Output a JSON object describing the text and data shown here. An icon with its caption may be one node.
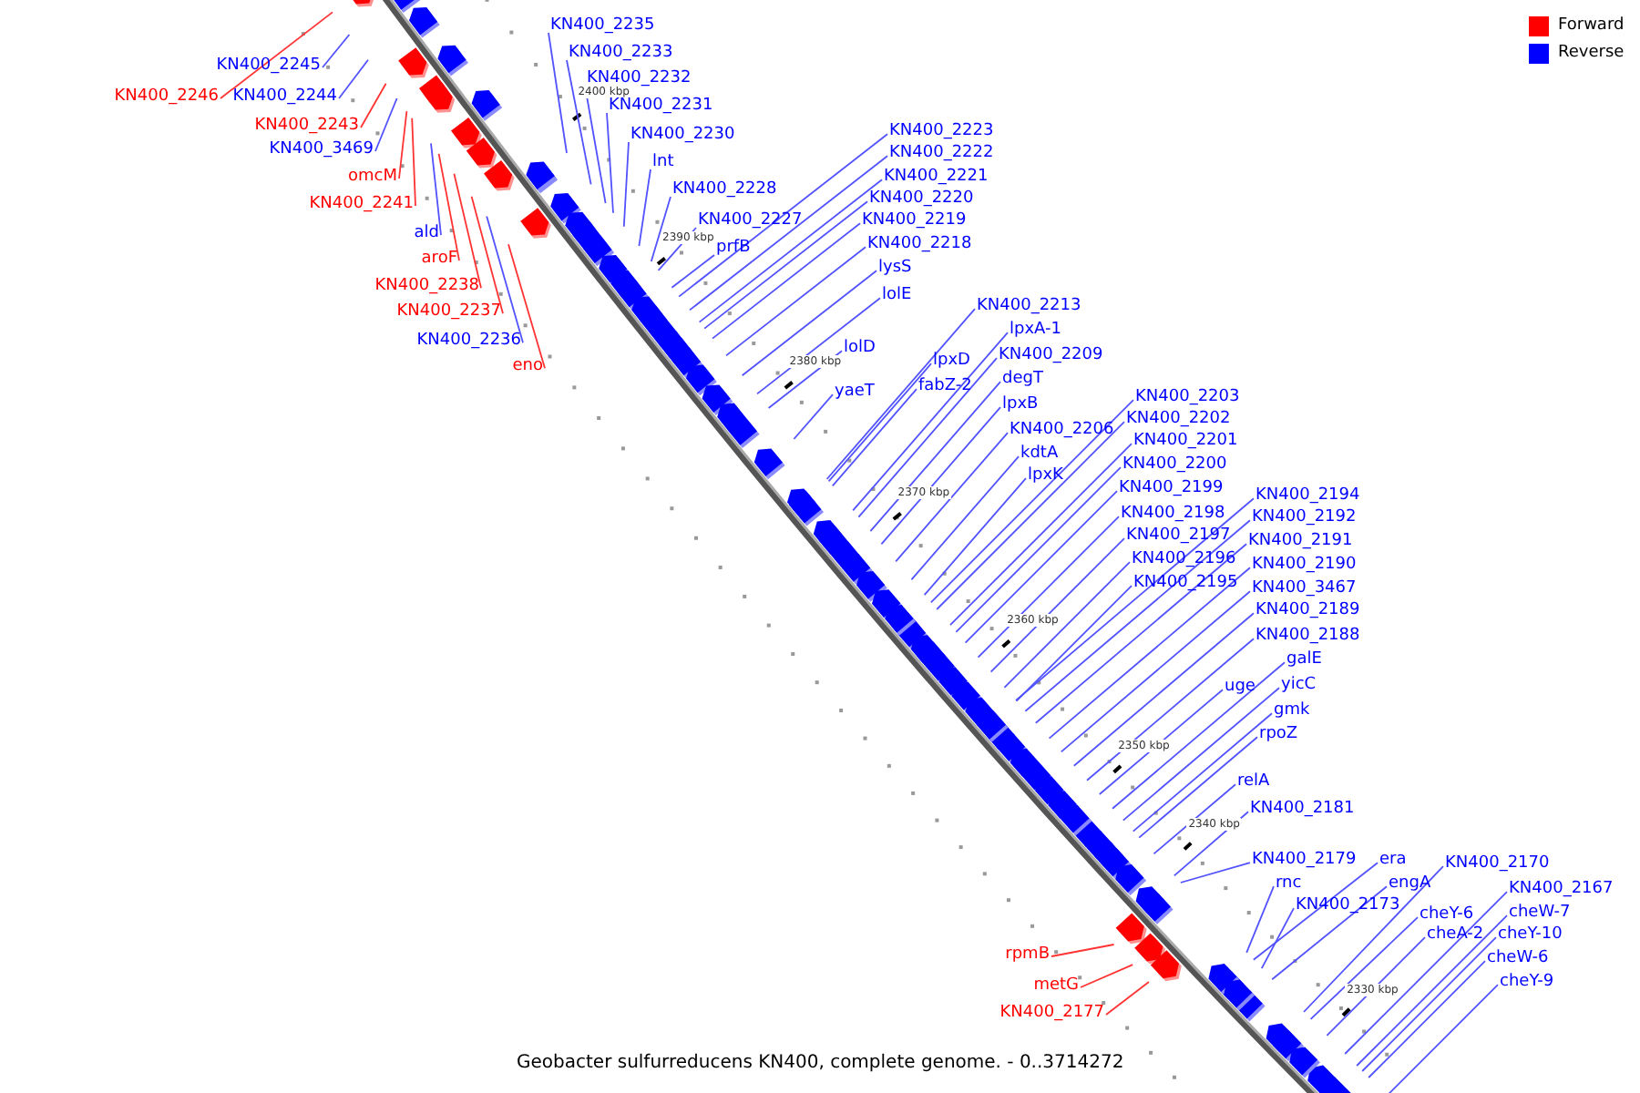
{
  "diagram": {
    "caption": "Geobacter sulfurreducens KN400, complete genome. - 0..3714272",
    "nodes": [
      {
        "text": [
          "KN400_2245"
        ]
      },
      {
        "text": [
          "KN400_2246"
        ]
      },
      {
        "text": [
          "KN400_2244"
        ]
      },
      {
        "text": [
          "KN400_2243"
        ]
      },
      {
        "text": [
          "KN400_3469"
        ]
      },
      {
        "text": [
          "omcM"
        ]
      },
      {
        "text": [
          "KN400_2241"
        ]
      },
      {
        "text": [
          "ald"
        ]
      },
      {
        "text": [
          "aroF"
        ]
      },
      {
        "text": [
          "KN400_2238"
        ]
      },
      {
        "text": [
          "KN400_2237"
        ]
      },
      {
        "text": [
          "KN400_2236"
        ]
      },
      {
        "text": [
          "eno"
        ]
      },
      {
        "text": [
          "KN400_2235"
        ]
      },
      {
        "text": [
          "KN400_2233"
        ]
      },
      {
        "text": [
          "KN400_2232"
        ]
      },
      {
        "text": [
          "KN400_2231"
        ]
      },
      {
        "text": [
          "KN400_2230"
        ]
      },
      {
        "text": [
          "lnt"
        ]
      },
      {
        "text": [
          "KN400_2228"
        ]
      },
      {
        "text": [
          "KN400_2227"
        ]
      },
      {
        "text": [
          "prfB"
        ]
      },
      {
        "text": [
          "KN400_2223"
        ]
      },
      {
        "text": [
          "KN400_2222"
        ]
      },
      {
        "text": [
          "KN400_2221"
        ]
      },
      {
        "text": [
          "KN400_2220"
        ]
      },
      {
        "text": [
          "KN400_2219"
        ]
      },
      {
        "text": [
          "KN400_2218"
        ]
      },
      {
        "text": [
          "lysS"
        ]
      },
      {
        "text": [
          "lolE"
        ]
      },
      {
        "text": [
          "KN400_2213"
        ]
      },
      {
        "text": [
          "lpxA-1"
        ]
      },
      {
        "text": [
          "lolD"
        ]
      },
      {
        "text": [
          "KN400_2209"
        ]
      },
      {
        "text": [
          "lpxD"
        ]
      },
      {
        "text": [
          "degT"
        ]
      },
      {
        "text": [
          "fabZ-2"
        ]
      },
      {
        "text": [
          "yaeT"
        ]
      },
      {
        "text": [
          "KN400_2203"
        ]
      },
      {
        "text": [
          "lpxB"
        ]
      },
      {
        "text": [
          "KN400_2202"
        ]
      },
      {
        "text": [
          "KN400_2206"
        ]
      },
      {
        "text": [
          "KN400_2201"
        ]
      },
      {
        "text": [
          "kdtA"
        ]
      },
      {
        "text": [
          "KN400_2200"
        ]
      },
      {
        "text": [
          "lpxK"
        ]
      },
      {
        "text": [
          "KN400_2199"
        ]
      },
      {
        "text": [
          "KN400_2194"
        ]
      },
      {
        "text": [
          "KN400_2198"
        ]
      },
      {
        "text": [
          "KN400_2192"
        ]
      },
      {
        "text": [
          "KN400_2197"
        ]
      },
      {
        "text": [
          "KN400_2191"
        ]
      },
      {
        "text": [
          "KN400_2196"
        ]
      },
      {
        "text": [
          "KN400_2190"
        ]
      },
      {
        "text": [
          "KN400_2195"
        ]
      },
      {
        "text": [
          "KN400_3467"
        ]
      },
      {
        "text": [
          "KN400_2189"
        ]
      },
      {
        "text": [
          "KN400_2188"
        ]
      },
      {
        "text": [
          "galE"
        ]
      },
      {
        "text": [
          "uge"
        ]
      },
      {
        "text": [
          "yicC"
        ]
      },
      {
        "text": [
          "gmk"
        ]
      },
      {
        "text": [
          "rpoZ"
        ]
      },
      {
        "text": [
          "relA"
        ]
      },
      {
        "text": [
          "KN400_2181"
        ]
      },
      {
        "text": [
          "KN400_2179"
        ]
      },
      {
        "text": [
          "era"
        ]
      },
      {
        "text": [
          "KN400_2170"
        ]
      },
      {
        "text": [
          "rnc"
        ]
      },
      {
        "text": [
          "engA"
        ]
      },
      {
        "text": [
          "KN400_2167"
        ]
      },
      {
        "text": [
          "KN400_2173"
        ]
      },
      {
        "text": [
          "cheY-6"
        ]
      },
      {
        "text": [
          "cheW-7"
        ]
      },
      {
        "text": [
          "cheA-2"
        ]
      },
      {
        "text": [
          "cheY-10"
        ]
      },
      {
        "text": [
          "rpmB"
        ]
      },
      {
        "text": [
          "cheW-6"
        ]
      },
      {
        "text": [
          "cheY-9"
        ]
      },
      {
        "text": [
          "metG"
        ]
      },
      {
        "text": [
          "KN400_2177"
        ]
      }
    ],
    "edges": [
      {
        "from": 0,
        "to": null,
        "arrow": "none"
      },
      {
        "from": 1,
        "to": null,
        "arrow": "none",
        "color": "#ff3333"
      },
      {
        "from": 2,
        "to": null,
        "arrow": "none"
      },
      {
        "from": 3,
        "to": null,
        "arrow": "none",
        "color": "#ff3333"
      },
      {
        "from": 4,
        "to": null,
        "arrow": "none"
      },
      {
        "from": 5,
        "to": null,
        "arrow": "none",
        "color": "#ff3333"
      },
      {
        "from": 6,
        "to": null,
        "arrow": "none",
        "color": "#ff3333"
      },
      {
        "from": 7,
        "to": null,
        "arrow": "none"
      },
      {
        "from": 8,
        "to": null,
        "arrow": "none",
        "color": "#ff3333"
      },
      {
        "from": 9,
        "to": null,
        "arrow": "none",
        "color": "#ff3333"
      },
      {
        "from": 10,
        "to": null,
        "arrow": "none",
        "color": "#ff3333"
      },
      {
        "from": 11,
        "to": null,
        "arrow": "none"
      },
      {
        "from": 12,
        "to": null,
        "arrow": "none",
        "color": "#ff3333"
      },
      {
        "from": 13,
        "to": null,
        "arrow": "none"
      },
      {
        "from": 14,
        "to": null,
        "arrow": "none"
      },
      {
        "from": 15,
        "to": null,
        "arrow": "none"
      },
      {
        "from": 16,
        "to": null,
        "arrow": "none"
      },
      {
        "from": 17,
        "to": null,
        "arrow": "none"
      },
      {
        "from": 18,
        "to": null,
        "arrow": "none"
      },
      {
        "from": 19,
        "to": null,
        "arrow": "none"
      },
      {
        "from": 20,
        "to": null,
        "arrow": "none"
      },
      {
        "from": 21,
        "to": null,
        "arrow": "none"
      },
      {
        "from": 22,
        "to": null,
        "arrow": "none"
      },
      {
        "from": 23,
        "to": null,
        "arrow": "none"
      },
      {
        "from": 24,
        "to": null,
        "arrow": "none"
      },
      {
        "from": 25,
        "to": null,
        "arrow": "none"
      },
      {
        "from": 26,
        "to": null,
        "arrow": "none"
      },
      {
        "from": 27,
        "to": null,
        "arrow": "none"
      },
      {
        "from": 28,
        "to": null,
        "arrow": "none"
      },
      {
        "from": 29,
        "to": null,
        "arrow": "none"
      },
      {
        "from": 30,
        "to": null,
        "arrow": "none"
      },
      {
        "from": 31,
        "to": null,
        "arrow": "none"
      },
      {
        "from": 32,
        "to": null,
        "arrow": "none"
      },
      {
        "from": 33,
        "to": null,
        "arrow": "none"
      },
      {
        "from": 34,
        "to": null,
        "arrow": "none"
      },
      {
        "from": 35,
        "to": null,
        "arrow": "none"
      },
      {
        "from": 36,
        "to": null,
        "arrow": "none"
      },
      {
        "from": 37,
        "to": null,
        "arrow": "none"
      },
      {
        "from": 38,
        "to": null,
        "arrow": "none"
      },
      {
        "from": 39,
        "to": null,
        "arrow": "none"
      },
      {
        "from": 40,
        "to": null,
        "arrow": "none"
      },
      {
        "from": 41,
        "to": null,
        "arrow": "none"
      },
      {
        "from": 42,
        "to": null,
        "arrow": "none"
      },
      {
        "from": 43,
        "to": null,
        "arrow": "none"
      },
      {
        "from": 44,
        "to": null,
        "arrow": "none"
      },
      {
        "from": 45,
        "to": null,
        "arrow": "none"
      },
      {
        "from": 46,
        "to": null,
        "arrow": "none"
      },
      {
        "from": 47,
        "to": null,
        "arrow": "none"
      },
      {
        "from": 48,
        "to": null,
        "arrow": "none"
      },
      {
        "from": 49,
        "to": null,
        "arrow": "none"
      },
      {
        "from": 50,
        "to": null,
        "arrow": "none"
      },
      {
        "from": 51,
        "to": null,
        "arrow": "none"
      },
      {
        "from": 52,
        "to": null,
        "arrow": "none"
      },
      {
        "from": 53,
        "to": null,
        "arrow": "none"
      },
      {
        "from": 54,
        "to": null,
        "arrow": "none"
      },
      {
        "from": 55,
        "to": null,
        "arrow": "none"
      },
      {
        "from": 56,
        "to": null,
        "arrow": "none"
      },
      {
        "from": 57,
        "to": null,
        "arrow": "none"
      },
      {
        "from": 58,
        "to": null,
        "arrow": "none"
      },
      {
        "from": 59,
        "to": null,
        "arrow": "none"
      },
      {
        "from": 60,
        "to": null,
        "arrow": "none"
      },
      {
        "from": 61,
        "to": null,
        "arrow": "none"
      },
      {
        "from": 62,
        "to": null,
        "arrow": "none"
      },
      {
        "from": 63,
        "to": null,
        "arrow": "none"
      },
      {
        "from": 64,
        "to": null,
        "arrow": "none"
      },
      {
        "from": 65,
        "to": null,
        "arrow": "none"
      },
      {
        "from": 66,
        "to": null,
        "arrow": "none"
      },
      {
        "from": 67,
        "to": null,
        "arrow": "none"
      },
      {
        "from": 68,
        "to": null,
        "arrow": "none"
      },
      {
        "from": 69,
        "to": null,
        "arrow": "none"
      },
      {
        "from": 70,
        "to": null,
        "arrow": "none"
      },
      {
        "from": 71,
        "to": null,
        "arrow": "none"
      },
      {
        "from": 72,
        "to": null,
        "arrow": "none"
      },
      {
        "from": 73,
        "to": null,
        "arrow": "none"
      },
      {
        "from": 74,
        "to": null,
        "arrow": "none"
      },
      {
        "from": 75,
        "to": null,
        "arrow": "none"
      },
      {
        "from": 76,
        "to": null,
        "arrow": "none",
        "color": "#ff3333"
      },
      {
        "from": 77,
        "to": null,
        "arrow": "none"
      },
      {
        "from": 78,
        "to": null,
        "arrow": "none"
      },
      {
        "from": 79,
        "to": null,
        "arrow": "none",
        "color": "#ff3333"
      },
      {
        "from": 80,
        "to": null,
        "arrow": "none",
        "color": "#ff3333"
      }
    ],
    "labels": [
      "2400 kbp",
      "2390 kbp",
      "2380 kbp",
      "2370 kbp",
      "2360 kbp",
      "2350 kbp",
      "2340 kbp",
      "2330 kbp"
    ],
    "legend": [
      {
        "text": "Forward",
        "color": "#ff0000"
      },
      {
        "text": "Reverse",
        "color": "#0000ff"
      }
    ]
  }
}
